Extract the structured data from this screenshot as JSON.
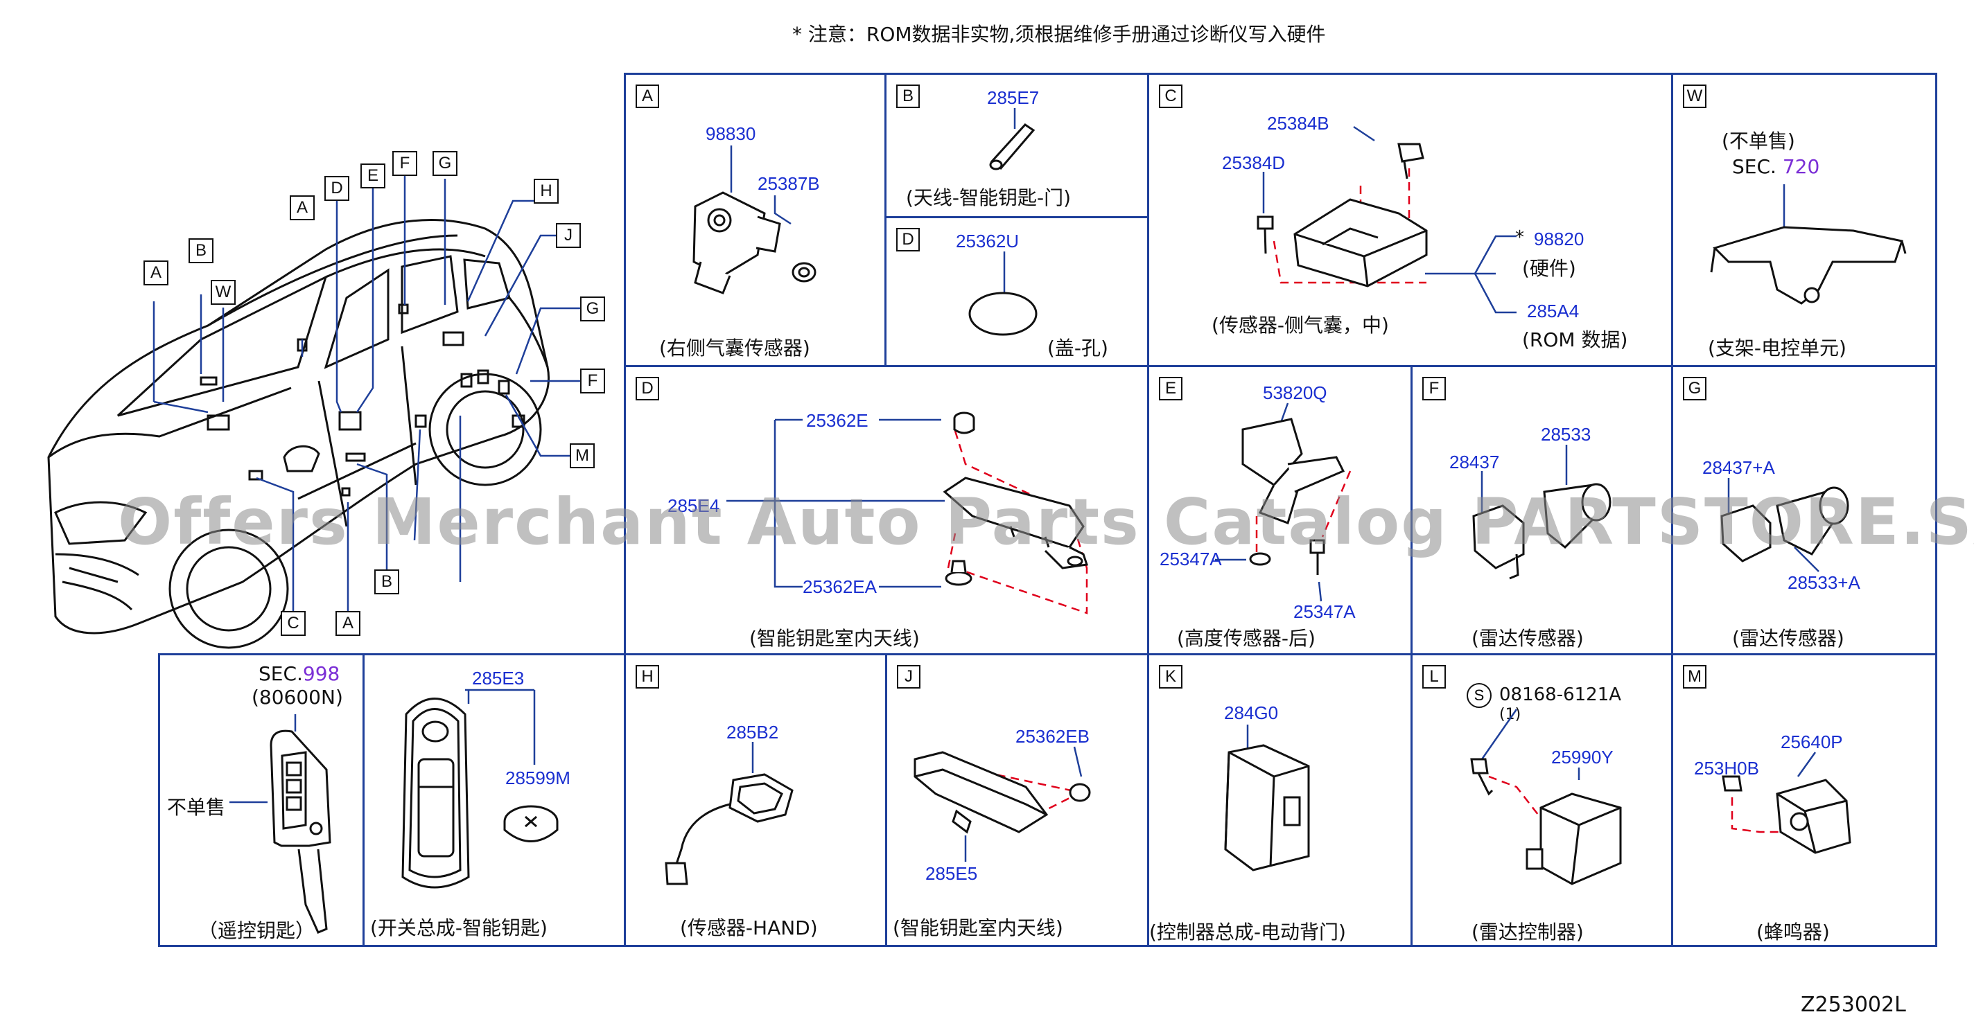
{
  "header": {
    "note": "*  注意：ROM数据非实物,须根据维修手册通过诊断仪写入硬件"
  },
  "footer": {
    "code": "Z253002L"
  },
  "watermark": "Offers Merchant Auto Parts Catalog PARTSTORE.SA",
  "car_tags": {
    "A1": "A",
    "B1": "B",
    "W": "W",
    "A2": "A",
    "D": "D",
    "E": "E",
    "F1": "F",
    "G1": "G",
    "H": "H",
    "J": "J",
    "G2": "G",
    "F2": "F",
    "M": "M",
    "B2": "B",
    "C": "C",
    "A3": "A"
  },
  "panels": {
    "A": {
      "tag": "A",
      "p1": "98830",
      "p2": "25387B",
      "caption": "(右侧气囊传感器)"
    },
    "B": {
      "tag": "B",
      "p1": "285E7",
      "caption": "(天线-智能钥匙-门)"
    },
    "D_small": {
      "tag": "D",
      "p1": "25362U",
      "caption": "(盖-孔)"
    },
    "C": {
      "tag": "C",
      "p1": "25384B",
      "p2": "25384D",
      "star": "*",
      "p3": "98820",
      "hw": "(硬件)",
      "p4": "285A4",
      "rom": "(ROM   数据)",
      "caption": "(传感器-侧气囊，中)"
    },
    "W": {
      "tag": "W",
      "ns": "(不单售)",
      "sec": "SEC.",
      "secno": "720",
      "caption": "(支架-电控单元)"
    },
    "D_big": {
      "tag": "D",
      "p1": "25362E",
      "p2": "285E4",
      "p3": "25362EA",
      "caption": "(智能钥匙室内天线)"
    },
    "E": {
      "tag": "E",
      "p1": "53820Q",
      "p2": "25347A",
      "p3": "25347A",
      "caption": "(高度传感器-后)"
    },
    "F": {
      "tag": "F",
      "p1": "28437",
      "p2": "28533",
      "caption": "(雷达传感器)"
    },
    "G": {
      "tag": "G",
      "p1": "28437+A",
      "p2": "28533+A",
      "caption": "(雷达传感器)"
    },
    "remote": {
      "sec": "SEC.",
      "secno": "998",
      "code": "(80600N)",
      "ns": "不单售",
      "caption": "（遥控钥匙）"
    },
    "smartkey": {
      "p1": "285E3",
      "p2": "28599M",
      "caption": "(开关总成-智能钥匙)"
    },
    "H": {
      "tag": "H",
      "p1": "285B2",
      "caption": "(传感器-HAND)"
    },
    "J": {
      "tag": "J",
      "p1": "25362EB",
      "p2": "285E5",
      "caption": "(智能钥匙室内天线)"
    },
    "K": {
      "tag": "K",
      "p1": "284G0",
      "caption": "(控制器总成-电动背门)"
    },
    "L": {
      "tag": "L",
      "s": "S",
      "p1": "08168-6121A",
      "qty": "(1)",
      "p2": "25990Y",
      "caption": "(雷达控制器)"
    },
    "M": {
      "tag": "M",
      "p1": "253H0B",
      "p2": "25640P",
      "caption": "(蜂鸣器)"
    }
  },
  "colors": {
    "border": "#1e3f9a",
    "partno": "#1a2fd0",
    "leader": "#e0001b",
    "sec": "#7b2fd6"
  }
}
